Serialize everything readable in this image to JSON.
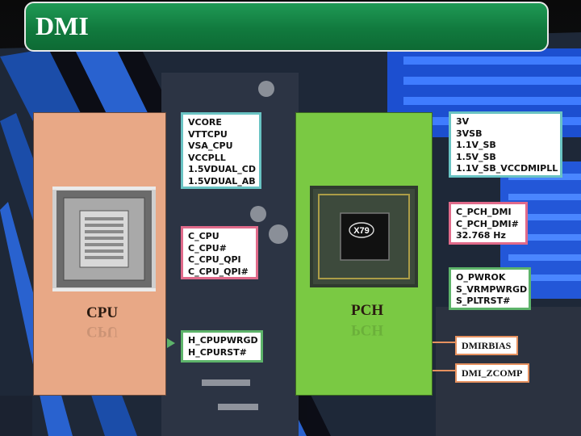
{
  "title": "DMI",
  "cpu": {
    "label": "CPU",
    "power_signals": [
      "VCORE",
      "VTTCPU",
      "VSA_CPU",
      "VCCPLL",
      "1.5VDUAL_CD",
      "1.5VDUAL_AB"
    ],
    "clock_signals": [
      "C_CPU",
      "C_CPU#",
      "C_CPU_QPI",
      "C_CPU_QPI#"
    ],
    "control_signals": [
      "H_CPUPWRGD",
      "H_CPURST#"
    ]
  },
  "pch": {
    "label": "PCH",
    "chip_marking": "X79",
    "power_signals": [
      "3V",
      "3VSB",
      "1.1V_SB",
      "1.5V_SB",
      "1.1V_SB_VCCDMIPLL"
    ],
    "clock_signals": [
      "C_PCH_DMI",
      "C_PCH_DMI#",
      "32.768 Hz"
    ],
    "control_signals": [
      "O_PWROK",
      "S_VRMPWRGD",
      "S_PLTRST#"
    ],
    "dmi_signals": [
      "DMIRBIAS",
      "DMI_ZCOMP"
    ]
  },
  "colors": {
    "title_bar": "#117a3e",
    "cpu_panel": "#e8a886",
    "pch_panel": "#7ac943",
    "power_border": "#69c3c3",
    "clock_border": "#e06a8a",
    "control_border": "#5db36a",
    "dmi_border": "#e6915f"
  },
  "background": "motherboard-photo"
}
